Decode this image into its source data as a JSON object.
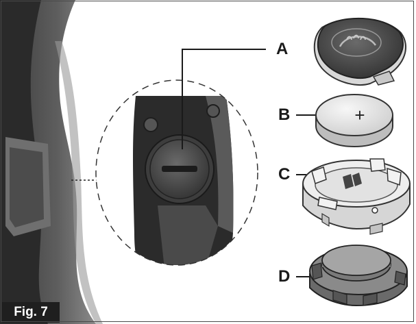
{
  "figure": {
    "label": "Fig. 7",
    "callouts": [
      {
        "id": "A",
        "letter": "A"
      },
      {
        "id": "B",
        "letter": "B"
      },
      {
        "id": "C",
        "letter": "C"
      },
      {
        "id": "D",
        "letter": "D"
      }
    ],
    "battery_symbol": "+",
    "colors": {
      "device_dark": "#2b2b2b",
      "device_mid": "#5a5a5a",
      "part_light": "#e6e6e6",
      "outline": "#333333",
      "label_bg": "#1f1f1f"
    }
  }
}
